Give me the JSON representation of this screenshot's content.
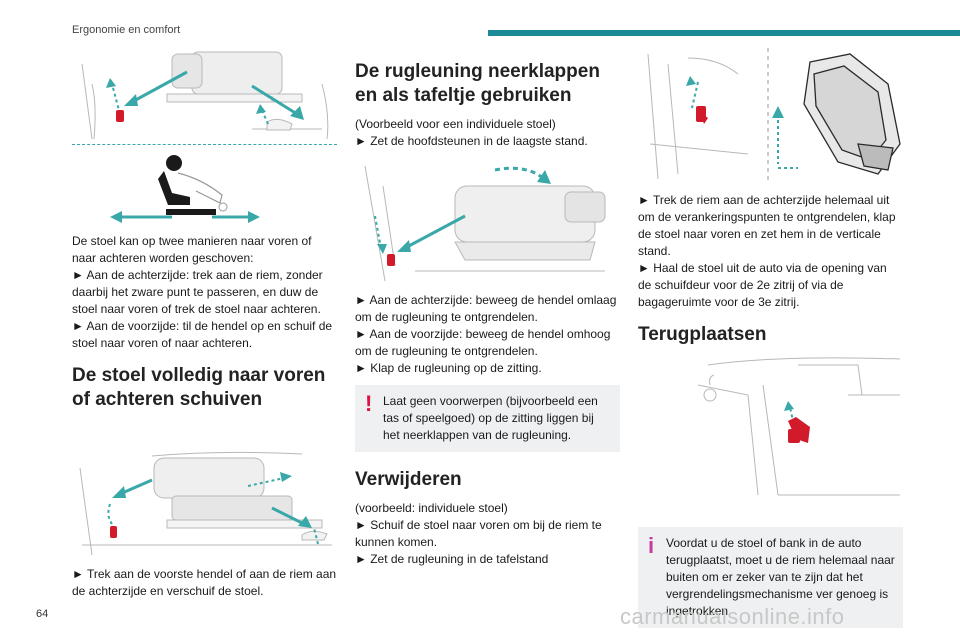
{
  "header": {
    "section": "Ergonomie en comfort"
  },
  "colors": {
    "accent": "#1a8a96",
    "arrow": "#3aa8a8",
    "warning": "#e01040",
    "info": "#c43ca0",
    "handle": "#d11a2a"
  },
  "col1": {
    "p1": "De stoel kan op twee manieren naar voren of naar achteren worden geschoven:",
    "p2": "► Aan de achterzijde: trek aan de riem, zonder daarbij het zware punt te passeren, en duw de stoel naar voren of trek de stoel naar achteren.",
    "p3": "► Aan de voorzijde: til de hendel op en schuif de stoel naar voren of naar achteren.",
    "h2": "De stoel volledig naar voren of achteren schuiven",
    "p4": "► Trek aan de voorste hendel of aan de riem aan de achterzijde en verschuif de stoel."
  },
  "col2": {
    "h2": "De rugleuning neerklappen en als tafeltje gebruiken",
    "p1": "(Voorbeeld voor een individuele stoel)",
    "p2": "► Zet de hoofdsteunen in de laagste stand.",
    "p3": "► Aan de achterzijde: beweeg de hendel omlaag om de rugleuning te ontgrendelen.",
    "p4": "► Aan de voorzijde: beweeg de hendel omhoog om de rugleuning te ontgrendelen.",
    "p5": "► Klap de rugleuning op de zitting.",
    "warning": "Laat geen voorwerpen (bijvoorbeeld een tas of speelgoed) op de zitting liggen bij het neerklappen van de rugleuning.",
    "warning_mark": "!",
    "h2b": "Verwijderen",
    "p6": "(voorbeeld: individuele stoel)",
    "p7": "► Schuif de stoel naar voren om bij de riem te kunnen komen.",
    "p8": "► Zet de rugleuning in de tafelstand"
  },
  "col3": {
    "p1": "► Trek de riem aan de achterzijde helemaal uit om de verankeringspunten te ontgrendelen, klap de stoel naar voren en zet hem in de verticale stand.",
    "p2": "► Haal de stoel uit de auto via de opening van de schuifdeur voor de 2e zitrij of via de bagageruimte voor de 3e zitrij.",
    "h2": "Terugplaatsen",
    "info": "Voordat u de stoel of bank in de auto terugplaatst, moet u de riem helemaal naar buiten om er zeker van te zijn dat het vergrendelingsmechanisme ver genoeg is ingetrokken.",
    "info_mark": "i"
  },
  "footer": {
    "page_number": "64",
    "watermark": "carmanualsonline.info"
  }
}
